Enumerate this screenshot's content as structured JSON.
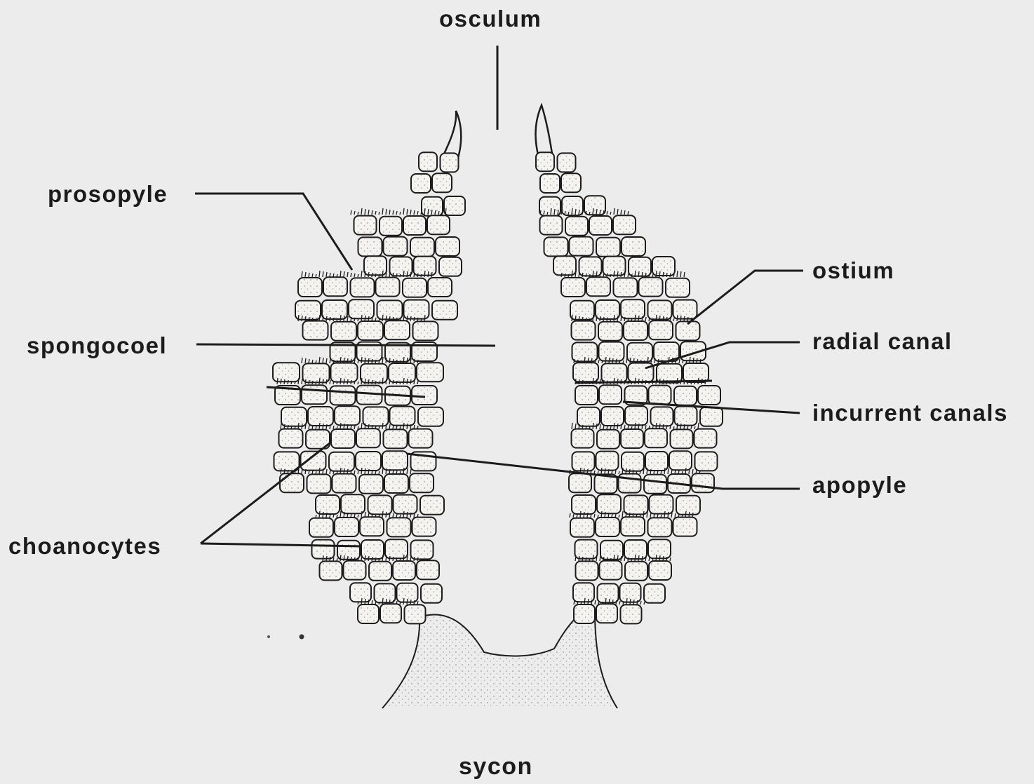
{
  "labels": {
    "osculum": "osculum",
    "prosopyle": "prosopyle",
    "spongocoel": "spongocoel",
    "choanocytes": "choanocytes",
    "ostium": "ostium",
    "radial_canal": "radial canal",
    "incurrent_canals": "incurrent canals",
    "apopyle": "apopyle"
  },
  "caption": "sycon",
  "colors": {
    "background": "#ececec",
    "ink": "#1c1c1c",
    "cell_fill": "#f4f3ef",
    "stipple": "#9a9a9a"
  }
}
